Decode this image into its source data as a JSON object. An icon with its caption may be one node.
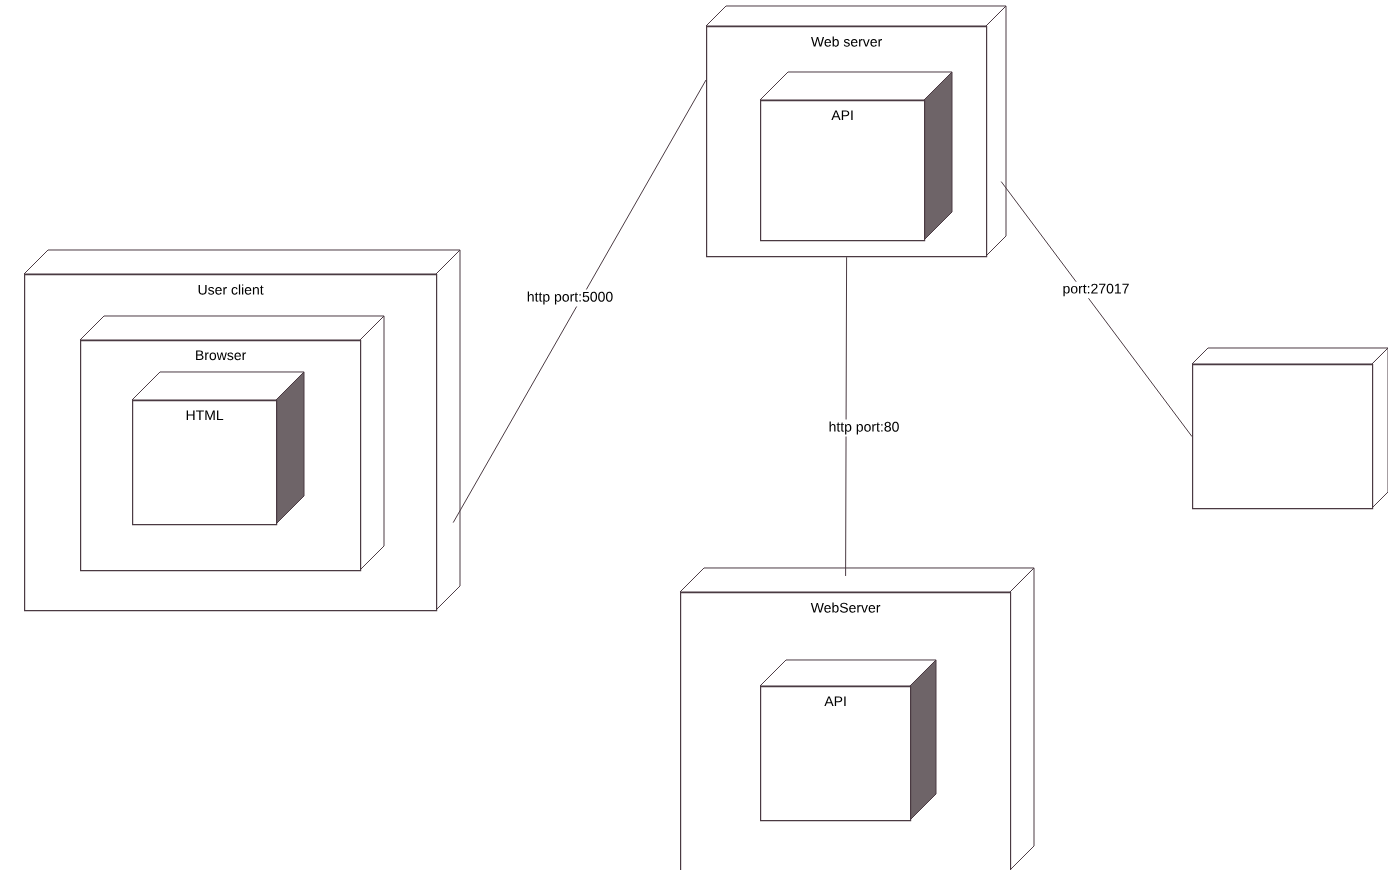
{
  "diagram": {
    "nodes": [
      {
        "text": [
          "Web server"
        ]
      },
      {
        "text": [
          "API"
        ],
        "in": 0
      },
      {
        "text": [
          "User client"
        ]
      },
      {
        "text": [
          "Browser"
        ],
        "in": 2
      },
      {
        "text": [
          "HTML"
        ],
        "in": 3
      },
      {
        "text": [],
        "shape": "box"
      },
      {
        "text": [
          "WebServer"
        ]
      },
      {
        "text": [
          "API"
        ],
        "in": 6
      }
    ],
    "edges": [
      {
        "from": 2,
        "to": 0,
        "arrow": "none",
        "label": "http port:5000"
      },
      {
        "from": 0,
        "to": 5,
        "arrow": "none",
        "label": "port:27017"
      },
      {
        "from": 0,
        "to": 6,
        "arrow": "none",
        "label": "http port:80"
      }
    ]
  }
}
